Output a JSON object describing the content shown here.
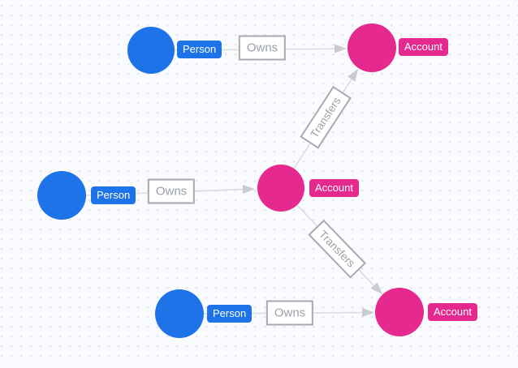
{
  "canvas": {
    "background_color": "#fafbfe",
    "dot_color": "#e3e5e9"
  },
  "colors": {
    "person_node": "#1e73e8",
    "account_node": "#e6298f",
    "edge_line": "#dbdce0",
    "edge_arrow": "#c9cbd0",
    "relationship_border": "#a6aab1",
    "relationship_text": "#9aa0a8",
    "badge_text": "#ffffff"
  },
  "nodes": [
    {
      "id": "person-top",
      "type": "Person",
      "label": "Person"
    },
    {
      "id": "account-top",
      "type": "Account",
      "label": "Account"
    },
    {
      "id": "person-middle",
      "type": "Person",
      "label": "Person"
    },
    {
      "id": "account-middle",
      "type": "Account",
      "label": "Account"
    },
    {
      "id": "person-bottom",
      "type": "Person",
      "label": "Person"
    },
    {
      "id": "account-bottom",
      "type": "Account",
      "label": "Account"
    }
  ],
  "relationships": [
    {
      "id": "owns-top",
      "label": "Owns",
      "from": "person-top",
      "to": "account-top"
    },
    {
      "id": "owns-middle",
      "label": "Owns",
      "from": "person-middle",
      "to": "account-middle"
    },
    {
      "id": "owns-bottom",
      "label": "Owns",
      "from": "person-bottom",
      "to": "account-bottom"
    },
    {
      "id": "transfers-up",
      "label": "Transfers",
      "from": "account-middle",
      "to": "account-top"
    },
    {
      "id": "transfers-down",
      "label": "Transfers",
      "from": "account-middle",
      "to": "account-bottom"
    }
  ]
}
